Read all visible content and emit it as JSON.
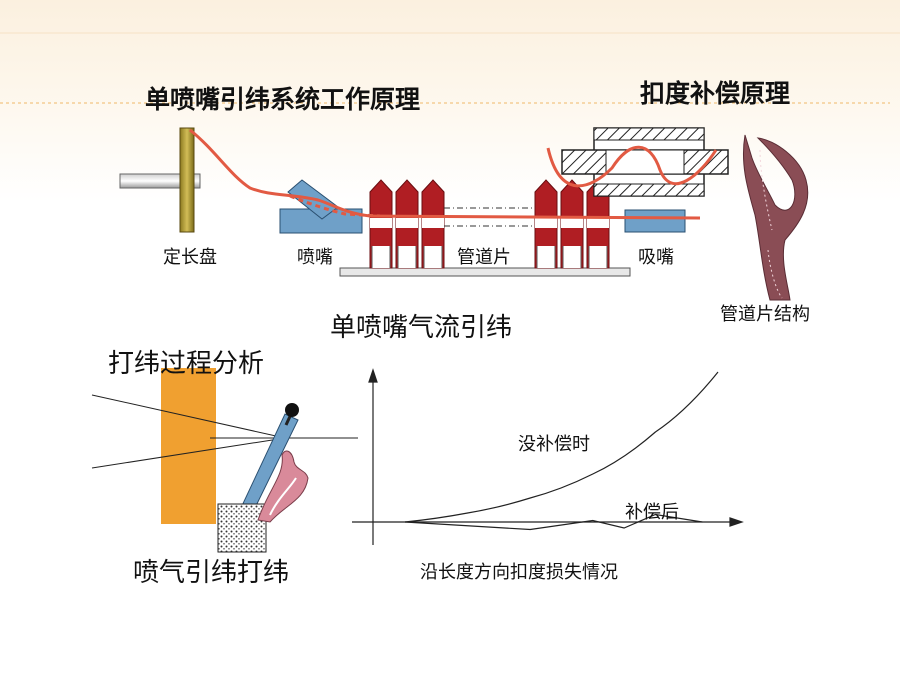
{
  "slide": {
    "title_left": "单喷嘴引纬系统工作原理",
    "title_right": "扣度补偿原理",
    "system": {
      "labels": {
        "length_disc": "定长盘",
        "nozzle": "喷嘴",
        "profile_reed": "管道片",
        "suction": "吸嘴"
      },
      "caption": "单喷嘴气流引纬"
    },
    "reed_structure_label": "管道片结构",
    "beatup": {
      "title": "打纬过程分析",
      "caption": "喷气引纬打纬"
    },
    "chart_labels": {
      "uncompensated": "没补偿时",
      "compensated": "补偿后",
      "xlabel": "沿长度方向扣度损失情况"
    }
  },
  "colors": {
    "accent_orange": "#f0a030",
    "reed_red": "#b01e23",
    "yarn_red": "#e25a43",
    "nozzle_blue": "#6fa0c8",
    "reed_profile": "#8a4d55"
  },
  "chart_data": {
    "type": "line",
    "title": "",
    "xlabel": "沿长度方向扣度损失情况",
    "ylabel": "",
    "series": [
      {
        "name": "没补偿时",
        "x": [
          0,
          0.2,
          0.4,
          0.6,
          0.8,
          1.0
        ],
        "y": [
          0,
          0.06,
          0.16,
          0.32,
          0.6,
          1.0
        ]
      },
      {
        "name": "补偿后",
        "x": [
          0,
          0.4,
          0.6,
          0.7,
          0.8,
          0.95
        ],
        "y": [
          0,
          -0.05,
          0.01,
          -0.04,
          0.05,
          0.0
        ]
      }
    ],
    "xlim": [
      0,
      1.0
    ],
    "ylim": [
      -0.1,
      1.0
    ],
    "grid": false
  }
}
